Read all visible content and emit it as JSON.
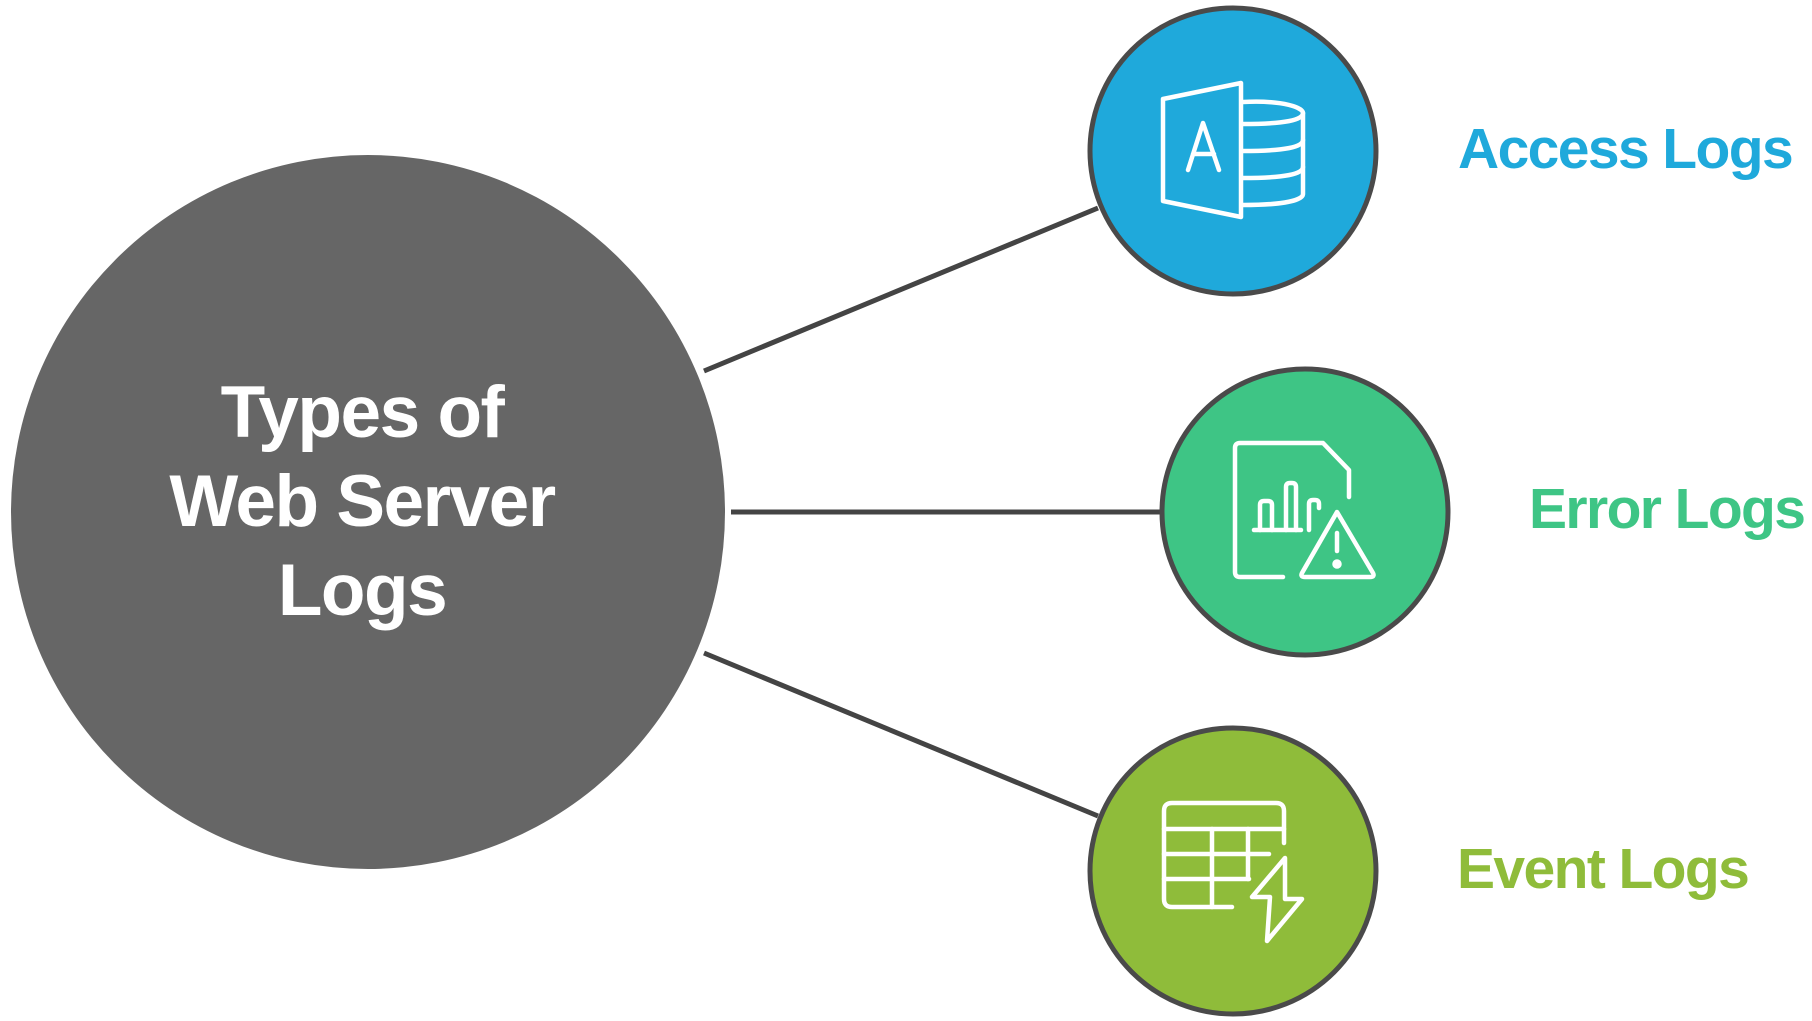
{
  "diagram": {
    "title": "Types of Web Server Logs",
    "center_node": {
      "lines": [
        "Types of",
        "Web Server",
        "Logs"
      ],
      "color": "#666666"
    },
    "branches": [
      {
        "label": "Access Logs",
        "icon": "database-document-icon",
        "color": "#1FA9DB"
      },
      {
        "label": "Error Logs",
        "icon": "report-warning-icon",
        "color": "#3EC585"
      },
      {
        "label": "Event Logs",
        "icon": "table-lightning-icon",
        "color": "#8FBC3A"
      }
    ],
    "connector_color": "#444444",
    "outline_color": "#4a4a4a"
  }
}
